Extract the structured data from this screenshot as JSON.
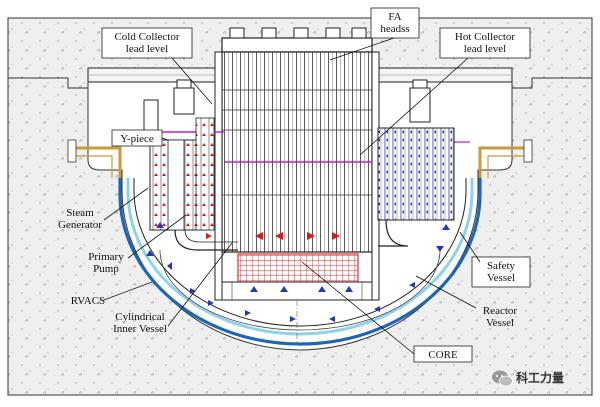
{
  "labels": {
    "fa_heads": "FA\nheadss",
    "cold_collector": "Cold Collector\nlead level",
    "hot_collector": "Hot Collector\nlead level",
    "y_piece": "Y-piece",
    "steam_generator": "Steam\nGenerator",
    "primary_pump": "Primary\nPump",
    "rvacs": "RVACS",
    "cylindrical_inner_vessel": "Cylindrical\nInner Vessel",
    "core": "CORE",
    "safety_vessel": "Safety\nVessel",
    "reactor_vessel": "Reactor\nVessel"
  },
  "watermark": {
    "text": "科工力量",
    "icon": "wechat-icon"
  },
  "colors": {
    "concrete": "#eeeeee",
    "safety_vessel": "#1e66b5",
    "reactor_vessel": "#8ed2ee",
    "lead_level": "#c021c0",
    "core_grid": "#e43131",
    "flow_arrow_hot": "#d81a1a",
    "flow_arrow_cold": "#2a36b8",
    "line": "#1a1a1a"
  }
}
